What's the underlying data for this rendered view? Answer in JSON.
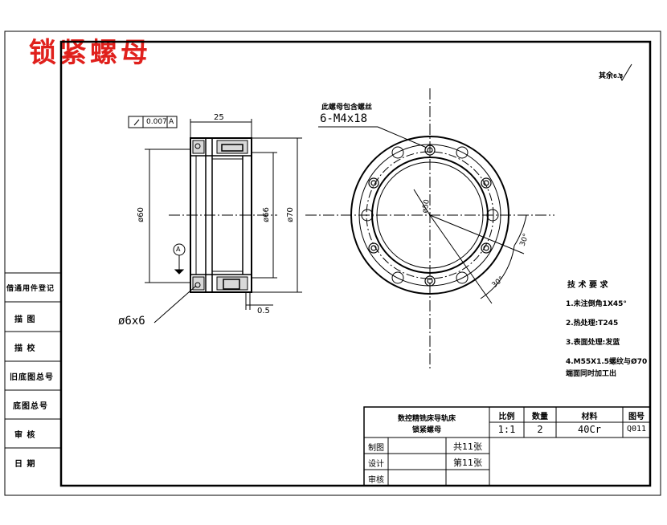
{
  "drawing_title": "锁紧螺母",
  "roughness_note": "其余",
  "roughness_value": "6.3",
  "thread_note_top": "此螺母包含螺丝",
  "thread_spec": "6-M4x18",
  "dims": {
    "runout_value": "0.007",
    "datum_ref": "A",
    "width": "25",
    "d60": "ø60",
    "d66": "ø66",
    "d70": "ø70",
    "d50": "ø50",
    "pin": "ø6x6",
    "gap": "0.5",
    "angle1": "30°",
    "angle2": "30°"
  },
  "tech": {
    "title": "技 术 要 求",
    "items": [
      "1.未注倒角1X45°",
      "2.热处理:T245",
      "3.表面处理:发蓝",
      "4.M55X1.5螺纹与Ø70",
      "端面同时加工出"
    ]
  },
  "side_block": [
    "借通用件登记",
    "描  图",
    "描  校",
    "旧底图总号",
    "底图总号",
    "审  核",
    "日  期"
  ],
  "title_block": {
    "project_line1": "数控精铣床导轨床",
    "project_line2": "锁紧螺母",
    "headers": [
      "比例",
      "数量",
      "材料",
      "图号"
    ],
    "values": [
      "1:1",
      "2",
      "40Cr",
      "Q011"
    ],
    "row_labels": [
      "制图",
      "设计",
      "审核"
    ],
    "sheet_total": "共11张",
    "sheet_no": "第11张"
  }
}
